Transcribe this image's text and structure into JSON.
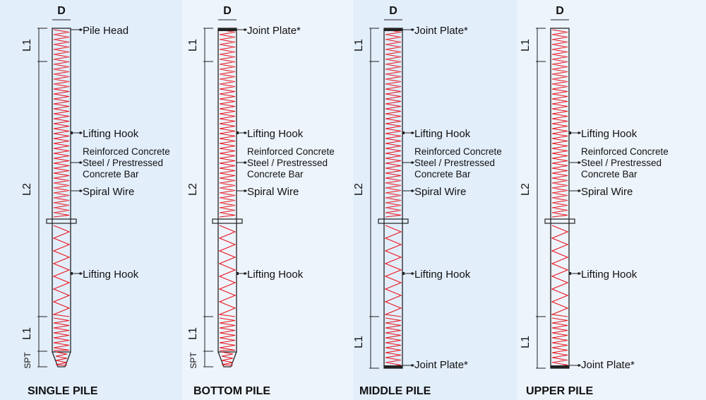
{
  "colors": {
    "panel_backgrounds": [
      "#e3eefb",
      "#eef4fc",
      "#e3eefb",
      "#eef4fc"
    ],
    "pile_outline": "#222222",
    "spiral": "#e8141b",
    "dimension_lines": "#222222"
  },
  "dimension_labels": {
    "diameter": "D",
    "end_length": "L1",
    "mid_length": "L2",
    "tip": "SPT"
  },
  "panels": [
    {
      "name": "single",
      "title": "SINGLE PILE",
      "top": "open",
      "bottom": "tip",
      "callouts": {
        "top": "Pile Head",
        "lifting_hook_upper": "Lifting Hook",
        "reinforcement_line1": "Reinforced Concrete",
        "reinforcement_line2": "Steel / Prestressed",
        "reinforcement_line3": "Concrete Bar",
        "spiral": "Spiral Wire",
        "lifting_hook_lower": "Lifting Hook"
      }
    },
    {
      "name": "bottom",
      "title": "BOTTOM PILE",
      "top": "plate",
      "bottom": "tip",
      "callouts": {
        "top": "Joint Plate*",
        "lifting_hook_upper": "Lifting Hook",
        "reinforcement_line1": "Reinforced Concrete",
        "reinforcement_line2": "Steel / Prestressed",
        "reinforcement_line3": "Concrete Bar",
        "spiral": "Spiral Wire",
        "lifting_hook_lower": "Lifting Hook"
      }
    },
    {
      "name": "middle",
      "title": "MIDDLE PILE",
      "top": "plate",
      "bottom": "plate",
      "callouts": {
        "top": "Joint Plate*",
        "lifting_hook_upper": "Lifting Hook",
        "reinforcement_line1": "Reinforced Concrete",
        "reinforcement_line2": "Steel / Prestressed",
        "reinforcement_line3": "Concrete Bar",
        "spiral": "Spiral Wire",
        "lifting_hook_lower": "Lifting Hook",
        "bottom": "Joint Plate*"
      }
    },
    {
      "name": "upper",
      "title": "UPPER PILE",
      "top": "open",
      "bottom": "plate",
      "callouts": {
        "lifting_hook_upper": "Lifting Hook",
        "reinforcement_line1": "Reinforced Concrete",
        "reinforcement_line2": "Steel / Prestressed",
        "reinforcement_line3": "Concrete Bar",
        "spiral": "Spiral Wire",
        "lifting_hook_lower": "Lifting Hook",
        "bottom": "Joint Plate*"
      }
    }
  ]
}
